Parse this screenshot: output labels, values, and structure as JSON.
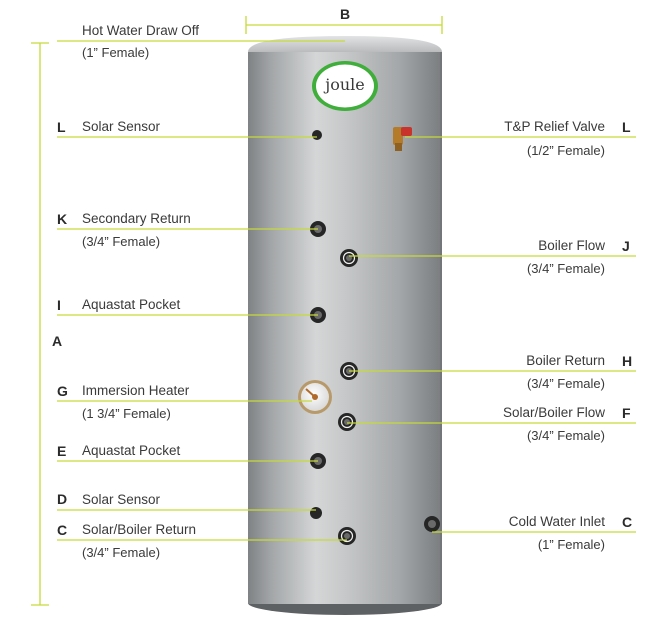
{
  "dimensions": {
    "height_letter": "A",
    "width_letter": "B"
  },
  "brand": {
    "logo_text": "joule"
  },
  "left_labels": [
    {
      "letter": "",
      "title": "Hot Water Draw Off",
      "sub": "(1” Female)"
    },
    {
      "letter": "L",
      "title": "Solar Sensor",
      "sub": ""
    },
    {
      "letter": "K",
      "title": "Secondary Return",
      "sub": "(3/4” Female)"
    },
    {
      "letter": "I",
      "title": "Aquastat Pocket",
      "sub": ""
    },
    {
      "letter": "G",
      "title": "Immersion Heater",
      "sub": "(1 3/4” Female)"
    },
    {
      "letter": "E",
      "title": "Aquastat Pocket",
      "sub": ""
    },
    {
      "letter": "D",
      "title": "Solar Sensor",
      "sub": ""
    },
    {
      "letter": "C",
      "title": "Solar/Boiler Return",
      "sub": "(3/4” Female)"
    }
  ],
  "right_labels": [
    {
      "letter": "L",
      "title": "T&P Relief Valve",
      "sub": "(1/2” Female)"
    },
    {
      "letter": "J",
      "title": "Boiler Flow",
      "sub": "(3/4” Female)"
    },
    {
      "letter": "H",
      "title": "Boiler Return",
      "sub": "(3/4” Female)"
    },
    {
      "letter": "F",
      "title": "Solar/Boiler Flow",
      "sub": "(3/4” Female)"
    },
    {
      "letter": "C",
      "title": "Cold Water Inlet",
      "sub": "(1” Female)"
    }
  ],
  "colors": {
    "leader_line": "#c6da3a",
    "tank_body": "#a9acae",
    "logo_green": "#3fae3a",
    "valve_red": "#c8332b"
  }
}
